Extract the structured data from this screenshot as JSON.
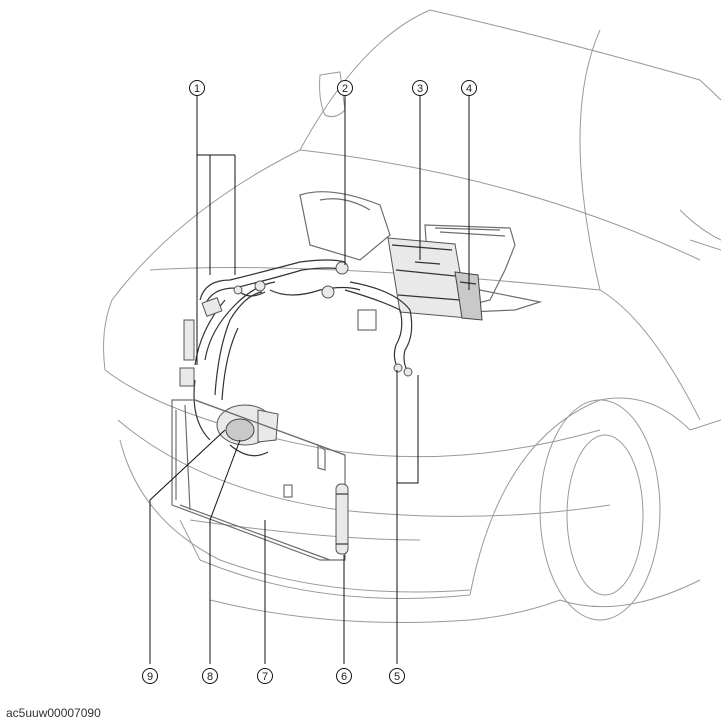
{
  "figure": {
    "id_text": "ac5uuw00007090"
  },
  "callouts": [
    {
      "num": "1",
      "label": "1"
    },
    {
      "num": "2",
      "label": "2"
    },
    {
      "num": "3",
      "label": "3"
    },
    {
      "num": "4",
      "label": "4"
    },
    {
      "num": "5",
      "label": "5"
    },
    {
      "num": "6",
      "label": "6"
    },
    {
      "num": "7",
      "label": "7"
    },
    {
      "num": "8",
      "label": "8"
    },
    {
      "num": "9",
      "label": "9"
    }
  ]
}
